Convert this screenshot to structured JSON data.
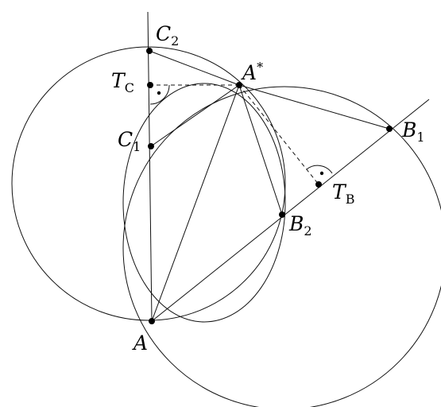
{
  "labels": {
    "A": "A",
    "A_star": "A",
    "A_star_sup": "*",
    "B1": "B",
    "B1_sub": "1",
    "B2": "B",
    "B2_sub": "2",
    "C1": "C",
    "C1_sub": "1",
    "C2": "C",
    "C2_sub": "2",
    "TB": "T",
    "TB_sub": "B",
    "TC": "T",
    "TC_sub": "C"
  }
}
